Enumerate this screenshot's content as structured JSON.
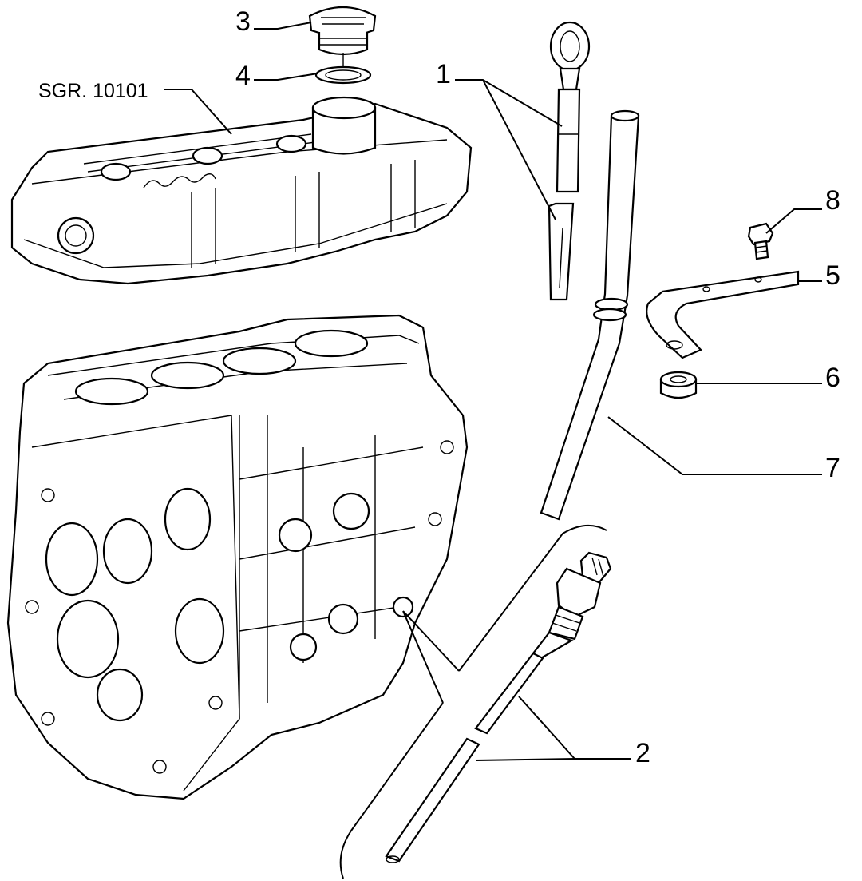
{
  "callouts": {
    "c1": "1",
    "c2": "2",
    "c3": "3",
    "c4": "4",
    "c5": "5",
    "c6": "6",
    "c7": "7",
    "c8": "8",
    "ref": "SGR. 10101"
  },
  "icons": {
    "engine_block": "engine-block-icon",
    "valve_cover": "valve-cover-icon",
    "oil_cap": "oil-filler-cap-icon",
    "dipstick": "oil-dipstick-icon",
    "sensor": "oil-level-sensor-icon"
  },
  "colors": {
    "ink": "#000000",
    "paper": "#ffffff"
  }
}
